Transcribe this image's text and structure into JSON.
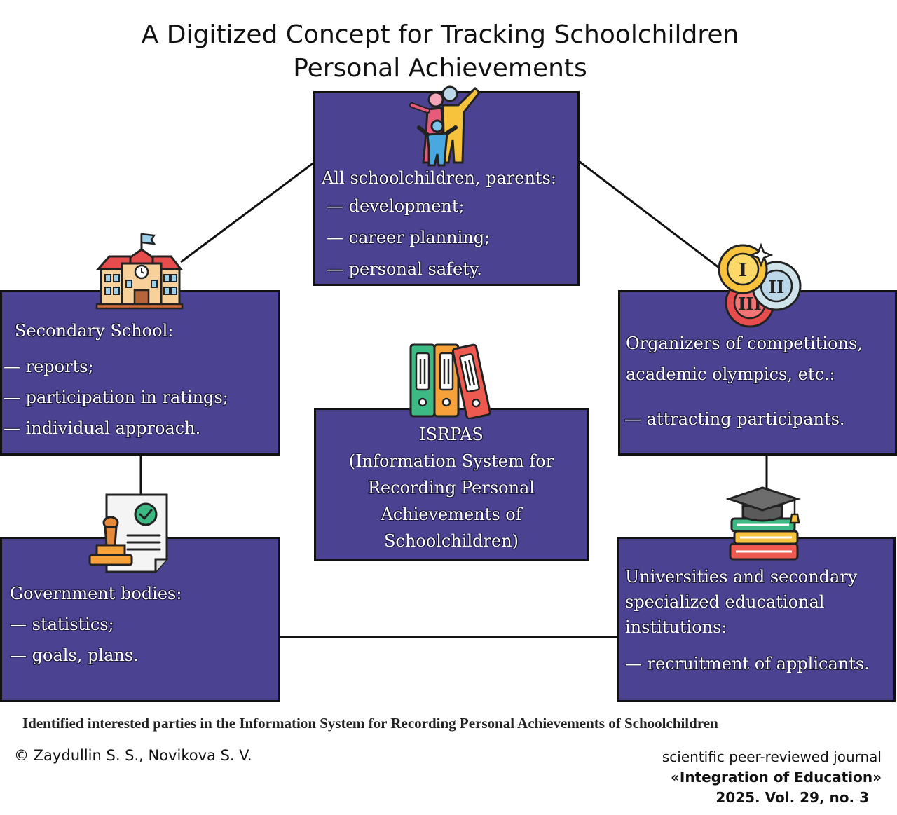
{
  "title": {
    "line1": "A Digitized Concept for Tracking Schoolchildren",
    "line2": "Personal Achievements"
  },
  "nodes": {
    "top": {
      "heading": "All schoolchildren, parents:",
      "items": [
        "— development;",
        "— career planning;",
        "— personal safety."
      ],
      "icon": "family-icon"
    },
    "left_mid": {
      "heading": "Secondary School:",
      "items": [
        "— reports;",
        "— participation in ratings;",
        "— individual approach."
      ],
      "icon": "school-building-icon"
    },
    "right_mid": {
      "heading_line1": "Organizers of competitions,",
      "heading_line2": "academic olympics, etc.:",
      "items": [
        "— attracting participants."
      ],
      "icon": "medals-icon"
    },
    "center": {
      "lines": [
        "ISRPAS",
        "(Information System for",
        "Recording Personal",
        "Achievements of",
        "Schoolchildren)"
      ],
      "icon": "binders-icon"
    },
    "left_bottom": {
      "heading": "Government bodies:",
      "items": [
        "— statistics;",
        "— goals, plans."
      ],
      "icon": "certified-document-stamp-icon"
    },
    "right_bottom": {
      "heading_lines": [
        "Universities and secondary",
        "specialized educational",
        "institutions:"
      ],
      "items": [
        "— recruitment of applicants."
      ],
      "icon": "graduation-cap-books-icon"
    }
  },
  "caption": "Identified interested parties in the Information System for Recording Personal Achievements of Schoolchildren",
  "footer": {
    "authors": "© Zaydullin S. S., Novikova S. V.",
    "journal_line1": "scientific peer-reviewed journal",
    "journal_line2": "«Integration of Education»",
    "journal_line3": "2025. Vol. 29, no. 3"
  },
  "colors": {
    "box_fill": "#4b4391",
    "box_border": "#111111",
    "connector": "#111111"
  }
}
